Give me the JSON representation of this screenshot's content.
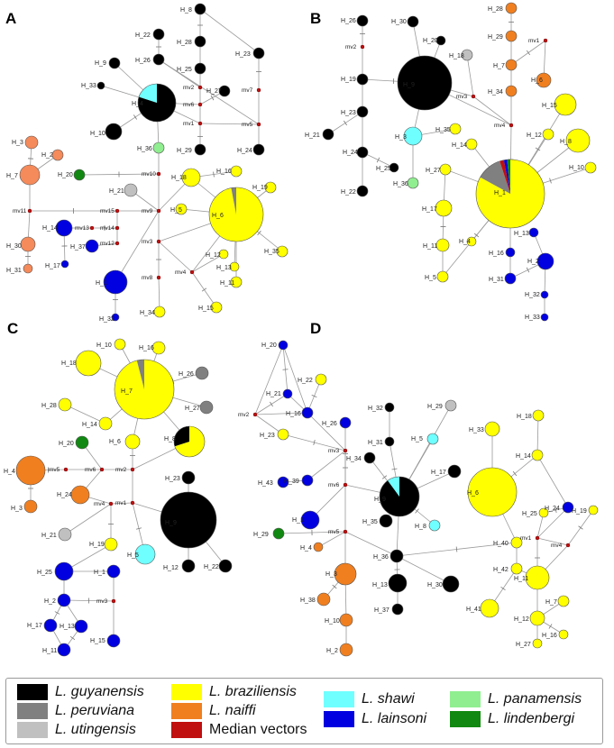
{
  "colors": {
    "black": "#000000",
    "grey": "#808080",
    "lightgrey": "#c0c0c0",
    "yellow": "#ffff00",
    "orange": "#f07f20",
    "red": "#c01010",
    "cyan": "#70ffff",
    "blue": "#0000e0",
    "lightgreen": "#90ee90",
    "green": "#118811",
    "salmon": "#f58a5a"
  },
  "panels": {
    "A": {
      "letter": "A",
      "nodes": [
        {
          "id": "H_8",
          "label": "H_8",
          "color": "black"
        },
        {
          "id": "H_22",
          "label": "H_22",
          "color": "black"
        },
        {
          "id": "H_28",
          "label": "H_28",
          "color": "black"
        },
        {
          "id": "H_26",
          "label": "H_26",
          "color": "black"
        },
        {
          "id": "H_25",
          "label": "H_25",
          "color": "black"
        },
        {
          "id": "H_23",
          "label": "H_23",
          "color": "black"
        },
        {
          "id": "H_9",
          "label": "H_9",
          "color": "black"
        },
        {
          "id": "H_33",
          "label": "H_33",
          "color": "black"
        },
        {
          "id": "H_4",
          "label": "H_4",
          "color": "black",
          "pie": [
            {
              "v": 0.8,
              "c": "black"
            },
            {
              "v": 0.2,
              "c": "cyan"
            }
          ]
        },
        {
          "id": "H_27",
          "label": "H_27",
          "color": "black"
        },
        {
          "id": "H_10",
          "label": "H_10",
          "color": "black"
        },
        {
          "id": "H_24",
          "label": "H_24",
          "color": "black"
        },
        {
          "id": "H_29",
          "label": "H_29",
          "color": "black"
        },
        {
          "id": "H_36",
          "label": "H_36",
          "color": "lightgreen"
        },
        {
          "id": "H_3",
          "label": "H_3",
          "color": "salmon"
        },
        {
          "id": "H_2",
          "label": "H_2",
          "color": "salmon"
        },
        {
          "id": "H_7",
          "label": "H_7",
          "color": "salmon"
        },
        {
          "id": "H_20",
          "label": "H_20",
          "color": "green"
        },
        {
          "id": "H_21",
          "label": "H_21",
          "color": "lightgrey"
        },
        {
          "id": "H_16",
          "label": "H_16",
          "color": "yellow"
        },
        {
          "id": "H_18",
          "label": "H_18",
          "color": "yellow"
        },
        {
          "id": "H_19",
          "label": "H_19",
          "color": "yellow"
        },
        {
          "id": "H_5",
          "label": "H_5",
          "color": "yellow"
        },
        {
          "id": "H_6",
          "label": "H_6",
          "color": "yellow",
          "pie": [
            {
              "v": 0.97,
              "c": "yellow"
            },
            {
              "v": 0.03,
              "c": "grey"
            }
          ]
        },
        {
          "id": "H_14",
          "label": "H_14",
          "color": "blue"
        },
        {
          "id": "H_37",
          "label": "H_37",
          "color": "blue"
        },
        {
          "id": "H_17",
          "label": "H_17",
          "color": "blue"
        },
        {
          "id": "H_30",
          "label": "H_30",
          "color": "salmon"
        },
        {
          "id": "H_31",
          "label": "H_31",
          "color": "salmon"
        },
        {
          "id": "H_1",
          "label": "H_1",
          "color": "blue"
        },
        {
          "id": "H_32",
          "label": "H_32",
          "color": "blue"
        },
        {
          "id": "H_12",
          "label": "H_12",
          "color": "yellow"
        },
        {
          "id": "H_13",
          "label": "H_13",
          "color": "yellow"
        },
        {
          "id": "H_35",
          "label": "H_35",
          "color": "yellow"
        },
        {
          "id": "H_11",
          "label": "H_11",
          "color": "yellow"
        },
        {
          "id": "H_15",
          "label": "H_15",
          "color": "yellow"
        },
        {
          "id": "H_34",
          "label": "H_34",
          "color": "yellow"
        }
      ],
      "mvs": [
        "mv7",
        "mv2",
        "mv6",
        "mv1",
        "mv5",
        "mv10",
        "mv11",
        "mv15",
        "mv9",
        "mv13",
        "mv14",
        "mv12",
        "mv3",
        "mv4",
        "mv8"
      ]
    },
    "B": {
      "letter": "B",
      "nodes": [
        {
          "id": "H_26",
          "label": "H_26",
          "color": "black"
        },
        {
          "id": "H_30",
          "label": "H_30",
          "color": "black"
        },
        {
          "id": "H_20",
          "label": "H_20",
          "color": "black"
        },
        {
          "id": "H_28",
          "label": "H_28",
          "color": "orange"
        },
        {
          "id": "H_29",
          "label": "H_29",
          "color": "orange"
        },
        {
          "id": "H_18",
          "label": "H_18",
          "color": "lightgrey"
        },
        {
          "id": "H_7",
          "label": "H_7",
          "color": "orange"
        },
        {
          "id": "H_19",
          "label": "H_19",
          "color": "black"
        },
        {
          "id": "H_9",
          "label": "H_9",
          "color": "black"
        },
        {
          "id": "H_6",
          "label": "H_6",
          "color": "orange"
        },
        {
          "id": "H_34",
          "label": "H_34",
          "color": "orange"
        },
        {
          "id": "H_23",
          "label": "H_23",
          "color": "black"
        },
        {
          "id": "H_15",
          "label": "H_15",
          "color": "yellow"
        },
        {
          "id": "H_21",
          "label": "H_21",
          "color": "black"
        },
        {
          "id": "H_3",
          "label": "H_3",
          "color": "cyan"
        },
        {
          "id": "H_35",
          "label": "H_35",
          "color": "yellow"
        },
        {
          "id": "H_12",
          "label": "H_12",
          "color": "yellow"
        },
        {
          "id": "H_8",
          "label": "H_8",
          "color": "yellow"
        },
        {
          "id": "H_14",
          "label": "H_14",
          "color": "yellow"
        },
        {
          "id": "H_24",
          "label": "H_24",
          "color": "black"
        },
        {
          "id": "H_10",
          "label": "H_10",
          "color": "yellow"
        },
        {
          "id": "H_25",
          "label": "H_25",
          "color": "black"
        },
        {
          "id": "H_27",
          "label": "H_27",
          "color": "yellow"
        },
        {
          "id": "H_36",
          "label": "H_36",
          "color": "lightgreen"
        },
        {
          "id": "H_22",
          "label": "H_22",
          "color": "black"
        },
        {
          "id": "H_1",
          "label": "H_1",
          "color": "yellow",
          "pie": [
            {
              "v": 0.83,
              "c": "yellow"
            },
            {
              "v": 0.12,
              "c": "grey"
            },
            {
              "v": 0.02,
              "c": "red"
            },
            {
              "v": 0.015,
              "c": "blue"
            },
            {
              "v": 0.015,
              "c": "green"
            }
          ]
        },
        {
          "id": "H_17",
          "label": "H_17",
          "color": "yellow"
        },
        {
          "id": "H_13",
          "label": "H_13",
          "color": "blue"
        },
        {
          "id": "H_11",
          "label": "H_11",
          "color": "yellow"
        },
        {
          "id": "H_4",
          "label": "H_4",
          "color": "yellow"
        },
        {
          "id": "H_16",
          "label": "H_16",
          "color": "blue"
        },
        {
          "id": "H_2",
          "label": "H_2",
          "color": "blue"
        },
        {
          "id": "H_5",
          "label": "H_5",
          "color": "yellow"
        },
        {
          "id": "H_31",
          "label": "H_31",
          "color": "blue"
        },
        {
          "id": "H_32",
          "label": "H_32",
          "color": "blue"
        },
        {
          "id": "H_33",
          "label": "H_33",
          "color": "blue"
        }
      ],
      "mvs": [
        "mv2",
        "mv1",
        "mv3",
        "mv4"
      ]
    },
    "C": {
      "letter": "C",
      "nodes": [
        {
          "id": "H_10",
          "label": "H_10",
          "color": "yellow"
        },
        {
          "id": "H_16",
          "label": "H_16",
          "color": "yellow"
        },
        {
          "id": "H_18",
          "label": "H_18",
          "color": "yellow"
        },
        {
          "id": "H_26",
          "label": "H_26",
          "color": "grey"
        },
        {
          "id": "H_7",
          "label": "H_7",
          "color": "yellow",
          "pie": [
            {
              "v": 0.96,
              "c": "yellow"
            },
            {
              "v": 0.04,
              "c": "grey"
            }
          ]
        },
        {
          "id": "H_27",
          "label": "H_27",
          "color": "grey"
        },
        {
          "id": "H_28",
          "label": "H_28",
          "color": "yellow"
        },
        {
          "id": "H_14",
          "label": "H_14",
          "color": "yellow"
        },
        {
          "id": "H_8",
          "label": "H_8",
          "color": "yellow",
          "pie": [
            {
              "v": 0.7,
              "c": "yellow"
            },
            {
              "v": 0.3,
              "c": "black"
            }
          ]
        },
        {
          "id": "H_20",
          "label": "H_20",
          "color": "green"
        },
        {
          "id": "H_6",
          "label": "H_6",
          "color": "yellow"
        },
        {
          "id": "H_23",
          "label": "H_23",
          "color": "black"
        },
        {
          "id": "H_4",
          "label": "H_4",
          "color": "orange"
        },
        {
          "id": "H_24",
          "label": "H_24",
          "color": "orange"
        },
        {
          "id": "H_3",
          "label": "H_3",
          "color": "orange"
        },
        {
          "id": "H_9",
          "label": "H_9",
          "color": "black"
        },
        {
          "id": "H_21",
          "label": "H_21",
          "color": "lightgrey"
        },
        {
          "id": "H_19",
          "label": "H_19",
          "color": "yellow"
        },
        {
          "id": "H_5",
          "label": "H_5",
          "color": "cyan"
        },
        {
          "id": "H_12",
          "label": "H_12",
          "color": "black"
        },
        {
          "id": "H_22",
          "label": "H_22",
          "color": "black"
        },
        {
          "id": "H_25",
          "label": "H_25",
          "color": "blue"
        },
        {
          "id": "H_1",
          "label": "H_1",
          "color": "blue"
        },
        {
          "id": "H_2",
          "label": "H_2",
          "color": "blue"
        },
        {
          "id": "H_17",
          "label": "H_17",
          "color": "blue"
        },
        {
          "id": "H_13",
          "label": "H_13",
          "color": "blue"
        },
        {
          "id": "H_15",
          "label": "H_15",
          "color": "blue"
        },
        {
          "id": "H_11",
          "label": "H_11",
          "color": "blue"
        }
      ],
      "mvs": [
        "mv5",
        "mv6",
        "mv2",
        "mv4",
        "mv1",
        "mv3"
      ]
    },
    "D": {
      "letter": "D",
      "nodes": [
        {
          "id": "H_20",
          "label": "H_20",
          "color": "blue"
        },
        {
          "id": "H_22",
          "label": "H_22",
          "color": "yellow"
        },
        {
          "id": "H_21",
          "label": "H_21",
          "color": "blue"
        },
        {
          "id": "H_16",
          "label": "H_16",
          "color": "blue"
        },
        {
          "id": "H_32",
          "label": "H_32",
          "color": "black"
        },
        {
          "id": "H_29",
          "label": "H_29",
          "color": "lightgrey"
        },
        {
          "id": "H_18",
          "label": "H_18",
          "color": "yellow"
        },
        {
          "id": "H_33",
          "label": "H_33",
          "color": "yellow"
        },
        {
          "id": "H_26",
          "label": "H_26",
          "color": "blue"
        },
        {
          "id": "H_31",
          "label": "H_31",
          "color": "black"
        },
        {
          "id": "H_5",
          "label": "H_5",
          "color": "cyan"
        },
        {
          "id": "H_23",
          "label": "H_23",
          "color": "yellow"
        },
        {
          "id": "H_14",
          "label": "H_14",
          "color": "yellow"
        },
        {
          "id": "H_34",
          "label": "H_34",
          "color": "black"
        },
        {
          "id": "H_17",
          "label": "H_17",
          "color": "black"
        },
        {
          "id": "H_43",
          "label": "H_43",
          "color": "blue"
        },
        {
          "id": "H_39",
          "label": "H_39",
          "color": "blue"
        },
        {
          "id": "H_9",
          "label": "H_9",
          "color": "black",
          "pie": [
            {
              "v": 0.9,
              "c": "black"
            },
            {
              "v": 0.1,
              "c": "cyan"
            }
          ]
        },
        {
          "id": "H_6",
          "label": "H_6",
          "color": "yellow"
        },
        {
          "id": "H_24",
          "label": "H_24",
          "color": "blue"
        },
        {
          "id": "H_19",
          "label": "H_19",
          "color": "yellow"
        },
        {
          "id": "H_25",
          "label": "H_25",
          "color": "yellow"
        },
        {
          "id": "H_1",
          "label": "H_1",
          "color": "blue"
        },
        {
          "id": "H_35",
          "label": "H_35",
          "color": "black"
        },
        {
          "id": "H_8",
          "label": "H_8",
          "color": "cyan"
        },
        {
          "id": "H_29b",
          "label": "H_29",
          "color": "green"
        },
        {
          "id": "H_40",
          "label": "H_40",
          "color": "yellow"
        },
        {
          "id": "H_4",
          "label": "H_4",
          "color": "orange"
        },
        {
          "id": "H_36",
          "label": "H_36",
          "color": "black"
        },
        {
          "id": "H_42",
          "label": "H_42",
          "color": "yellow"
        },
        {
          "id": "H_11",
          "label": "H_11",
          "color": "yellow"
        },
        {
          "id": "H_3",
          "label": "H_3",
          "color": "orange"
        },
        {
          "id": "H_13",
          "label": "H_13",
          "color": "black"
        },
        {
          "id": "H_30",
          "label": "H_30",
          "color": "black"
        },
        {
          "id": "H_38",
          "label": "H_38",
          "color": "orange"
        },
        {
          "id": "H_37",
          "label": "H_37",
          "color": "black"
        },
        {
          "id": "H_41",
          "label": "H_41",
          "color": "yellow"
        },
        {
          "id": "H_7",
          "label": "H_7",
          "color": "yellow"
        },
        {
          "id": "H_10",
          "label": "H_10",
          "color": "orange"
        },
        {
          "id": "H_12",
          "label": "H_12",
          "color": "yellow"
        },
        {
          "id": "H_16b",
          "label": "H_16",
          "color": "yellow"
        },
        {
          "id": "H_27",
          "label": "H_27",
          "color": "yellow"
        },
        {
          "id": "H_2",
          "label": "H_2",
          "color": "orange"
        }
      ],
      "mvs": [
        "mv2",
        "mv3",
        "mv6",
        "mv5",
        "mv1",
        "mv4"
      ]
    }
  },
  "legend": {
    "items": [
      {
        "label": "L. guyanensis",
        "color": "black",
        "italic": true
      },
      {
        "label": "L. peruviana",
        "color": "grey",
        "italic": true
      },
      {
        "label": "L. utingensis",
        "color": "lightgrey",
        "italic": true
      },
      {
        "label": "L. braziliensis",
        "color": "yellow",
        "italic": true
      },
      {
        "label": "L. naiffi",
        "color": "orange",
        "italic": true
      },
      {
        "label": "Median vectors",
        "color": "red",
        "italic": false
      },
      {
        "label": "L. shawi",
        "color": "cyan",
        "italic": true
      },
      {
        "label": "L. lainsoni",
        "color": "blue",
        "italic": true
      },
      {
        "label": "L. panamensis",
        "color": "lightgreen",
        "italic": true
      },
      {
        "label": "L. lindenbergi",
        "color": "green",
        "italic": true
      }
    ]
  }
}
